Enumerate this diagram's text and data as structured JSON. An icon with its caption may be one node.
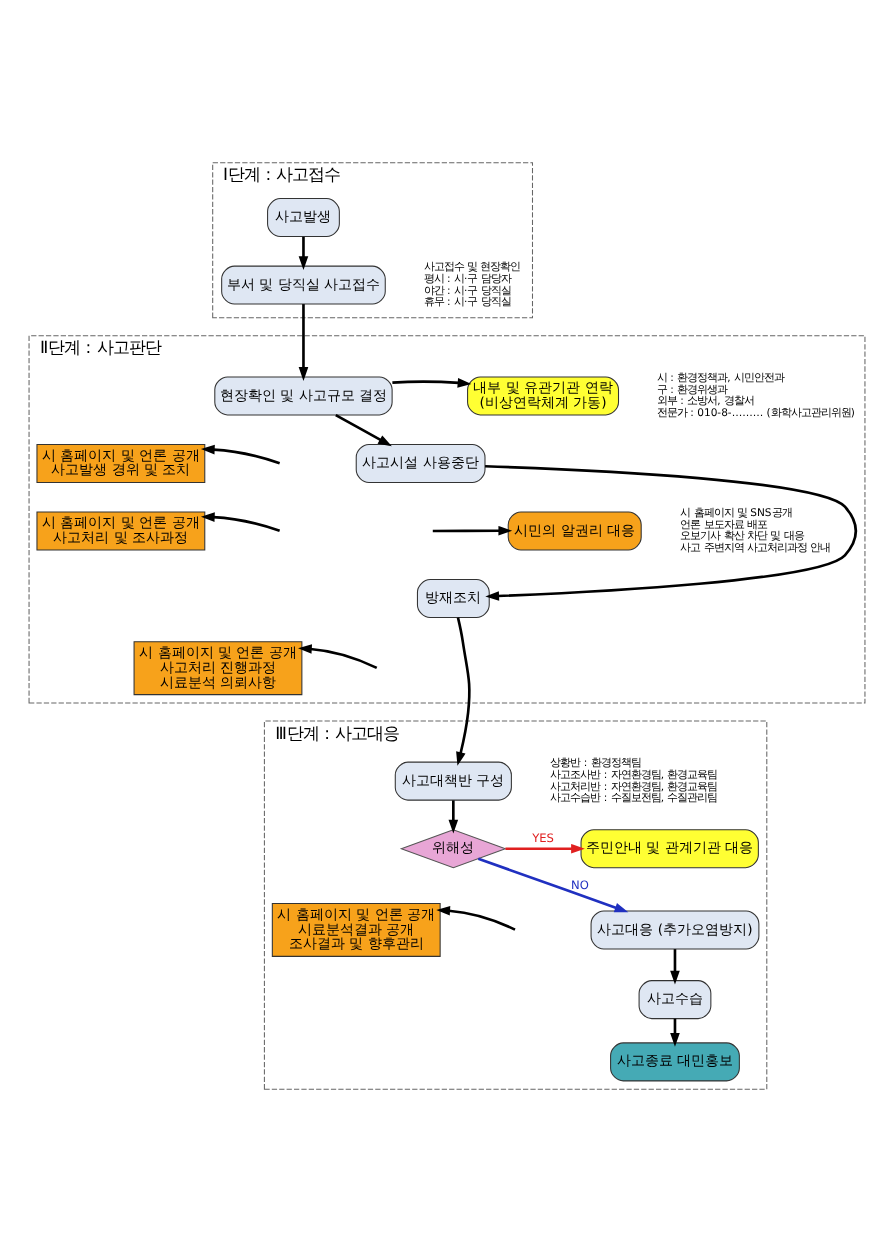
{
  "diagram": {
    "nodes": [
      {
        "text": [
          "Ⅰ단계 : 사고접수"
        ]
      },
      {
        "text": [
          "사고발생"
        ],
        "in": 0
      },
      {
        "text": [
          "부서 및 당직실 사고접수"
        ],
        "in": 0,
        "beside": [
          "사고접수 및 현장확인",
          "평시 : 시·구 담당자",
          "야간 : 시·구 당직실",
          "휴무 : 시·구 당직실"
        ]
      },
      {
        "text": [
          "Ⅱ단계 : 사고판단"
        ]
      },
      {
        "text": [
          "현장확인 및 사고규모 결정"
        ],
        "in": 3
      },
      {
        "text": [
          "내부 및 유관기관 연락",
          "(비상연락체계 가동)"
        ],
        "in": 3,
        "beside": [
          "시 : 환경정책과, 시민안전과",
          "구 : 환경위생과",
          "외부 : 소방서, 경찰서",
          "전문가 : 010-8-……… (화학사고관리위원)"
        ]
      },
      {
        "text": [
          "시 홈페이지 및 언론 공개",
          "사고발생 경위 및 조치"
        ],
        "in": 3
      },
      {
        "text": [
          "사고시설 사용중단"
        ],
        "in": 3
      },
      {
        "text": [
          "시 홈페이지 및 언론 공개",
          "사고처리 및 조사과정"
        ],
        "in": 3
      },
      {
        "text": [
          "시민의 알권리 대응"
        ],
        "in": 3,
        "beside": [
          "시 홈페이지 및 SNS공개",
          "언론 보도자료 배포",
          "오보기사 확산 차단 및 대응",
          "사고 주변지역 사고처리과정 안내"
        ]
      },
      {
        "text": [
          "방재조치"
        ],
        "in": 3
      },
      {
        "text": [
          "시 홈페이지 및 언론 공개",
          "사고처리 진행과정",
          "시료분석 의뢰사항"
        ],
        "in": 3
      },
      {
        "text": [
          "Ⅲ단계 : 사고대응"
        ]
      },
      {
        "text": [
          "사고대책반 구성"
        ],
        "in": 12,
        "beside": [
          "상황반 : 환경정책팀",
          "사고조사반 : 자연환경팀, 환경교육팀",
          "사고처리반 : 자연환경팀, 환경교육팀",
          "사고수습반 : 수질보전팀, 수질관리팀"
        ]
      },
      {
        "text": [
          "위해성"
        ],
        "in": 12
      },
      {
        "text": [
          "주민안내 및 관계기관 대응"
        ],
        "in": 12
      },
      {
        "text": [
          "시 홈페이지 및 언론 공개",
          "시료분석결과 공개",
          "조사결과 및 향후관리"
        ],
        "in": 12
      },
      {
        "text": [
          "사고대응 (추가오염방지)"
        ],
        "in": 12
      },
      {
        "text": [
          "사고수습"
        ],
        "in": 12
      },
      {
        "text": [
          "사고종료 대민홍보"
        ],
        "in": 12
      }
    ],
    "edges": [
      {
        "from": 1,
        "to": 2,
        "arrow": "to"
      },
      {
        "from": 2,
        "to": 4,
        "arrow": "to"
      },
      {
        "from": 4,
        "to": 5,
        "arrow": "to"
      },
      {
        "from": null,
        "to": 6,
        "arrow": "to"
      },
      {
        "from": 4,
        "to": 7,
        "arrow": "to"
      },
      {
        "from": null,
        "to": 8,
        "arrow": "to"
      },
      {
        "from": null,
        "to": 9,
        "arrow": "to"
      },
      {
        "from": 7,
        "to": 10,
        "arrow": "to"
      },
      {
        "from": null,
        "to": 11,
        "arrow": "to"
      },
      {
        "from": 10,
        "to": 13,
        "arrow": "to"
      },
      {
        "from": 13,
        "to": 14,
        "arrow": "to"
      },
      {
        "from": 14,
        "to": 15,
        "arrow": "to",
        "label": "YES",
        "color": "#e02020"
      },
      {
        "from": null,
        "to": 16,
        "arrow": "to"
      },
      {
        "from": 14,
        "to": 17,
        "arrow": "to",
        "label": "NO",
        "color": "#2030c0"
      },
      {
        "from": 17,
        "to": 18,
        "arrow": "to"
      },
      {
        "from": 18,
        "to": 19,
        "arrow": "to"
      }
    ]
  }
}
